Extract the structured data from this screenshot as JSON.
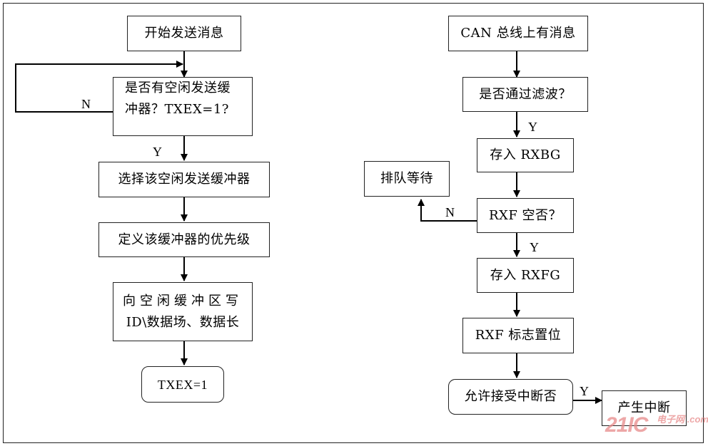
{
  "left_flow": {
    "start": "开始发送消息",
    "check_line1": "是否有空闲发送缓",
    "check_line2": "冲器？TXEX=1?",
    "no_label": "N",
    "yes_label": "Y",
    "select": "选择该空闲发送缓冲器",
    "priority": "定义该缓冲器的优先级",
    "write_line1": "向空闲缓冲区写",
    "write_line2": "ID\\数据场、数据长",
    "end": "TXEX=1"
  },
  "right_flow": {
    "start": "CAN 总线上有消息",
    "filter": "是否通过滤波？",
    "filter_yes": "Y",
    "store_rxbg": "存入 RXBG",
    "queue": "排队等待",
    "rxf_empty": "RXF 空否？",
    "rxf_no": "N",
    "rxf_yes": "Y",
    "store_rxfg": "存入 RXFG",
    "rxf_flag": "RXF 标志置位",
    "allow_int": "允许接受中断否",
    "int_yes": "Y",
    "gen_int": "产生中断"
  },
  "watermark": {
    "brand": "21IC",
    "site": "电子网 .com"
  }
}
